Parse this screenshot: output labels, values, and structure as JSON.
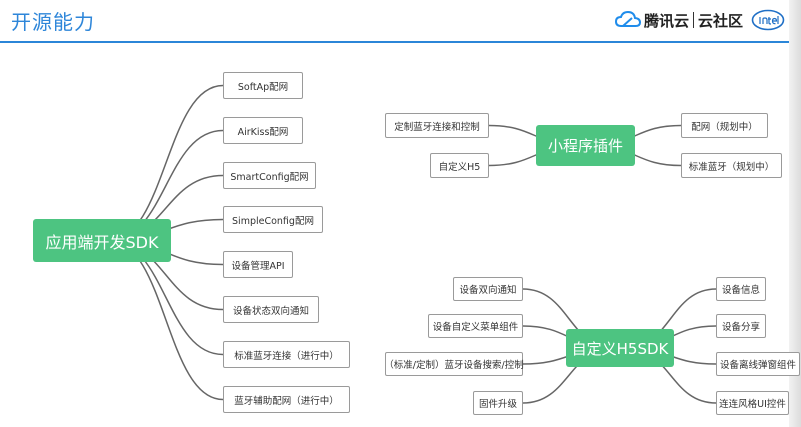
{
  "header": {
    "title": "开源能力",
    "brand_left": "腾讯云",
    "brand_right": "云社区"
  },
  "colors": {
    "hub": "#4dc481",
    "accent": "#2b86d8",
    "edge": "#666666"
  },
  "maps": [
    {
      "hub": "应用端开发SDK",
      "leaves": [
        "SoftAp配网",
        "AirKiss配网",
        "SmartConfig配网",
        "SimpleConfig配网",
        "设备管理API",
        "设备状态双向通知",
        "标准蓝牙连接（进行中）",
        "蓝牙辅助配网（进行中）"
      ]
    },
    {
      "hub": "小程序插件",
      "left_leaves": [
        "定制蓝牙连接和控制",
        "自定义H5"
      ],
      "right_leaves": [
        "配网（规划中）",
        "标准蓝牙（规划中）"
      ]
    },
    {
      "hub": "自定义H5SDK",
      "left_leaves": [
        "设备双向通知",
        "设备自定义菜单组件",
        "（标准/定制）蓝牙设备搜索/控制",
        "固件升级"
      ],
      "right_leaves": [
        "设备信息",
        "设备分享",
        "设备离线弹窗组件",
        "连连风格UI控件"
      ]
    }
  ]
}
